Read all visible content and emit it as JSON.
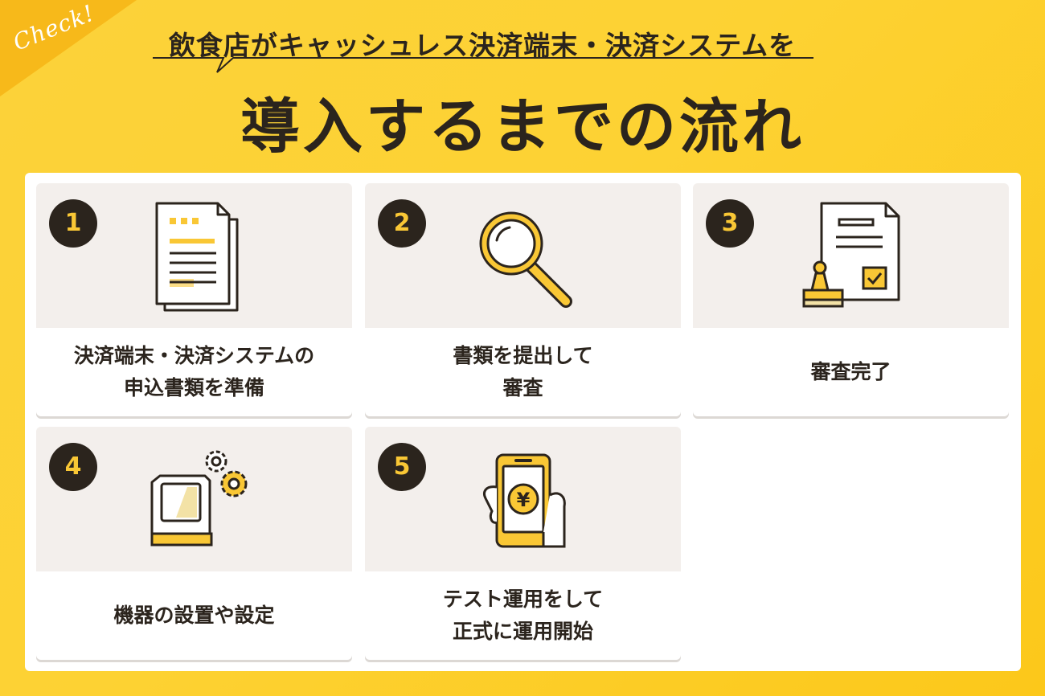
{
  "header": {
    "badge": "Check!",
    "subtitle": "飲食店がキャッシュレス決済端末・決済システムを",
    "title": "導入するまでの流れ"
  },
  "steps": [
    {
      "number": "1",
      "label_line1": "決済端末・決済システムの",
      "label_line2": "申込書類を準備",
      "icon": "documents-icon"
    },
    {
      "number": "2",
      "label_line1": "書類を提出して",
      "label_line2": "審査",
      "icon": "magnifier-icon"
    },
    {
      "number": "3",
      "label_line1": "審査完了",
      "label_line2": "",
      "icon": "approved-document-stamp-icon"
    },
    {
      "number": "4",
      "label_line1": "機器の設置や設定",
      "label_line2": "",
      "icon": "terminal-gears-icon"
    },
    {
      "number": "5",
      "label_line1": "テスト運用をして",
      "label_line2": "正式に運用開始",
      "icon": "smartphone-yen-icon"
    }
  ],
  "colors": {
    "background": "#fdd233",
    "accent": "#f9c735",
    "dark": "#2b241d",
    "card_top": "#f3efec"
  }
}
